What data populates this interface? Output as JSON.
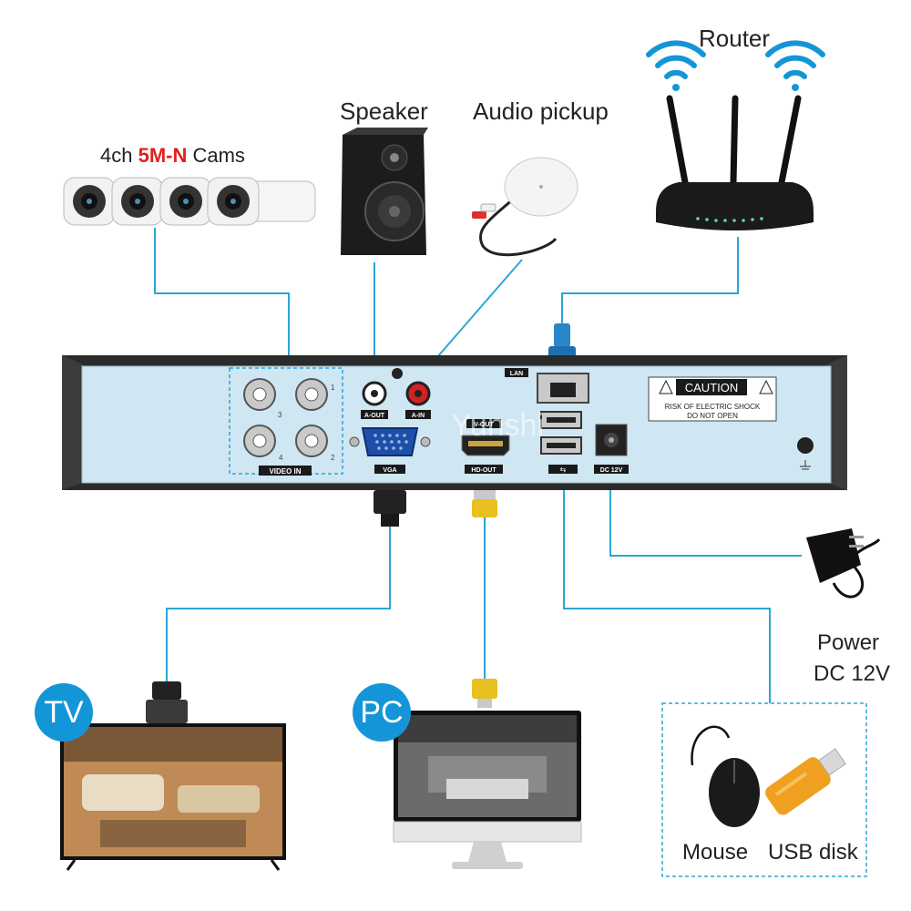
{
  "cameras": {
    "prefix": "4ch ",
    "highlight": "5M-N",
    "suffix": " Cams"
  },
  "speaker": {
    "label": "Speaker"
  },
  "audio_pickup": {
    "label": "Audio pickup"
  },
  "router": {
    "label": "Router"
  },
  "dvr": {
    "ports": {
      "video_in": "VIDEO IN",
      "ch1": "1",
      "ch2": "2",
      "ch3": "3",
      "ch4": "4",
      "a_out": "A-OUT",
      "a_in": "A-IN",
      "vga": "VGA",
      "v_out": "V-OUT",
      "hd_out": "HD-OUT",
      "lan": "LAN",
      "usb": "⇆",
      "dc12v": "DC 12V"
    },
    "caution": {
      "title": "CAUTION",
      "line1": "RISK OF ELECTRIC SHOCK",
      "line2": "DO NOT OPEN"
    },
    "watermark": "Yunshi"
  },
  "power": {
    "label": "Power",
    "sublabel": "DC 12V"
  },
  "tv": {
    "label": "TV"
  },
  "pc": {
    "label": "PC"
  },
  "peripherals": {
    "mouse_label": "Mouse",
    "usb_label": "USB disk"
  },
  "colors": {
    "wire": "#2ba6d6",
    "badge": "#1495d8",
    "panel": "#cfe6f3",
    "highlight": "#e02020"
  }
}
